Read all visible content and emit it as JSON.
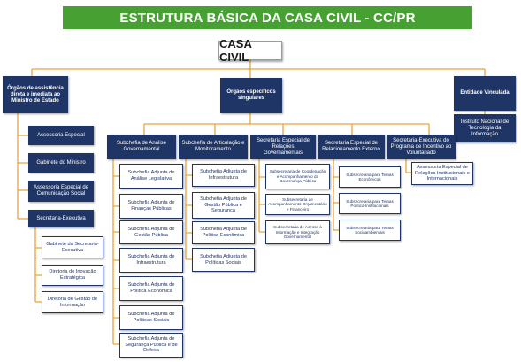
{
  "title": "ESTRUTURA BÁSICA DA CASA CIVIL - CC/PR",
  "root": "CASA CIVIL",
  "level1": {
    "direct": "Órgãos de assistência direta e imediata ao Ministro de Estado",
    "singular": "Órgãos específicos singulares",
    "linked": "Entidade Vinculada"
  },
  "direct_units": [
    "Assessoria Especial",
    "Gabinete do Ministro",
    "Assessoria Especial de Comunicação Social",
    "Secretaria-Executiva"
  ],
  "executive_units": [
    "Gabinete da Secretaria-Executiva",
    "Diretoria de Inovação Estratégica",
    "Diretoria de Gestão de Informação"
  ],
  "linked_entity": "Instituto Nacional de Tecnologia da Informação",
  "singular_heads": [
    "Subchefia de Análise Governamental",
    "Subchefia de Articulação e Monitoramento",
    "Secretaria Especial de Relações Governamentais",
    "Secretaria Especial de Relacionamento Externo",
    "Secretaria-Executiva do Programa de Incentivo ao Voluntariado"
  ],
  "analysis_units": [
    "Subchefia Adjunta de Análise Legislativa",
    "Subchefia Adjunta de Finanças Públicas",
    "Subchefia Adjunta de Gestão Pública",
    "Subchefia Adjunta de Infraestrutura",
    "Subchefia Adjunta de Política Econômica",
    "Subchefia Adjunta de Políticas Sociais",
    "Subchefia Adjunta de Segurança Pública e de Defesa"
  ],
  "articulation_units": [
    "Subchefia Adjunta de Infraestrutura",
    "Subchefia Adjunta de Gestão Pública e Segurança",
    "Subchefia Adjunta de Política Econômica",
    "Subchefia Adjunta de Políticas Sociais"
  ],
  "relations_units": [
    "Subsecretaria de Coordenação e Acompanhamento da Governança Pública",
    "Subsecretaria de Acompanhamento Orçamentário e Financeiro",
    "Subsecretaria de Acesso à Informação e Integração Governamental"
  ],
  "external_units": [
    "Subsecretaria para Temas Econômicos",
    "Subsecretaria para Temas Político-Institucionais",
    "Subsecretaria para Temas Socioambientais"
  ],
  "volunteer_units": [
    "Assessoria Especial de Relações Institucionais e Internacionais"
  ],
  "colors": {
    "banner": "#46a032",
    "node": "#1f3565",
    "connector": "#e8a53a"
  }
}
